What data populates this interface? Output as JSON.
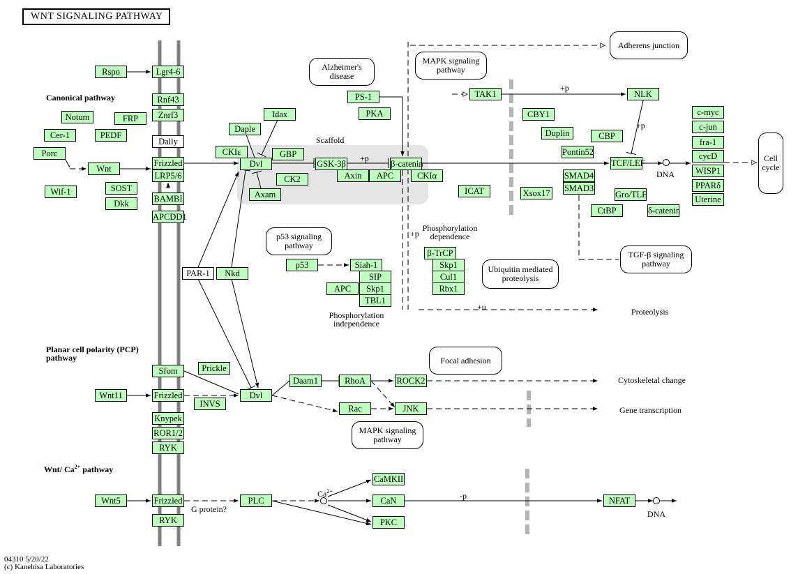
{
  "title": "WNT SIGNALING PATHWAY",
  "sections": {
    "canonical": "Canonical pathway",
    "pcp_line1": "Planar cell polarity (PCP)",
    "pcp_line2": "pathway",
    "ca_prefix": "Wnt/ Ca",
    "ca_sup": "2+",
    "ca_suffix": " pathway"
  },
  "footer": {
    "line1": "04310 5/20/22",
    "line2": "(c) Kanehisa Laboratories"
  },
  "colors": {
    "gene_fill": "#bfffbf",
    "scaffold_bg": "#e5e5e5",
    "membrane": "#808080",
    "nuclear_membrane": "#b3b3b3"
  },
  "nodes": [
    {
      "id": "rspo",
      "label": "Rspo"
    },
    {
      "id": "lgr46",
      "label": "Lgr4-6"
    },
    {
      "id": "rnf43",
      "label": "Rnf43"
    },
    {
      "id": "znrf3",
      "label": "Znrf3"
    },
    {
      "id": "notum",
      "label": "Notum"
    },
    {
      "id": "frp",
      "label": "FRP"
    },
    {
      "id": "cer1",
      "label": "Cer-1"
    },
    {
      "id": "pedf",
      "label": "PEDF"
    },
    {
      "id": "dally",
      "label": "Dally",
      "white": true
    },
    {
      "id": "porc",
      "label": "Porc"
    },
    {
      "id": "wnt",
      "label": "Wnt"
    },
    {
      "id": "frizzled1",
      "label": "Frizzled"
    },
    {
      "id": "lrp56",
      "label": "LRP5/6"
    },
    {
      "id": "wif1",
      "label": "Wif-1"
    },
    {
      "id": "sost",
      "label": "SOST"
    },
    {
      "id": "dkk",
      "label": "Dkk"
    },
    {
      "id": "bambi",
      "label": "BAMBI"
    },
    {
      "id": "apcdd1",
      "label": "APCDD1"
    },
    {
      "id": "daple",
      "label": "Daple"
    },
    {
      "id": "idax",
      "label": "Idax"
    },
    {
      "id": "ckie",
      "label": "CKIε"
    },
    {
      "id": "dvl1",
      "label": "Dvl"
    },
    {
      "id": "gbp",
      "label": "GBP"
    },
    {
      "id": "ck2",
      "label": "CK2"
    },
    {
      "id": "axam",
      "label": "Axam"
    },
    {
      "id": "gsk3b",
      "label": "GSK-3β"
    },
    {
      "id": "axin",
      "label": "Axin"
    },
    {
      "id": "apc1",
      "label": "APC"
    },
    {
      "id": "bcatenin",
      "label": "β-catenin"
    },
    {
      "id": "ckia",
      "label": "CKIα"
    },
    {
      "id": "ps1",
      "label": "PS-1"
    },
    {
      "id": "pka",
      "label": "PKA"
    },
    {
      "id": "tak1",
      "label": "TAK1"
    },
    {
      "id": "nlk",
      "label": "NLK"
    },
    {
      "id": "cby1",
      "label": "CBY1"
    },
    {
      "id": "duplin",
      "label": "Duplin"
    },
    {
      "id": "cbp",
      "label": "CBP"
    },
    {
      "id": "pontin52",
      "label": "Pontin52"
    },
    {
      "id": "icat",
      "label": "ICAT"
    },
    {
      "id": "xsox17",
      "label": "Xsox17"
    },
    {
      "id": "smad4",
      "label": "SMAD4"
    },
    {
      "id": "smad3",
      "label": "SMAD3"
    },
    {
      "id": "tcflef",
      "label": "TCF/LEF"
    },
    {
      "id": "grotle",
      "label": "Gro/TLE"
    },
    {
      "id": "ctbp",
      "label": "CtBP"
    },
    {
      "id": "dcatenin",
      "label": "δ-catenin"
    },
    {
      "id": "cmyc",
      "label": "c-myc"
    },
    {
      "id": "cjun",
      "label": "c-jun"
    },
    {
      "id": "fra1",
      "label": "fra-1"
    },
    {
      "id": "cycd",
      "label": "cycD"
    },
    {
      "id": "wisp1",
      "label": "WISP1"
    },
    {
      "id": "ppard",
      "label": "PPARδ"
    },
    {
      "id": "uterine",
      "label": "Uterine"
    },
    {
      "id": "p53",
      "label": "p53"
    },
    {
      "id": "siah1",
      "label": "Siah-1"
    },
    {
      "id": "sip",
      "label": "SIP"
    },
    {
      "id": "apc2",
      "label": "APC"
    },
    {
      "id": "skp1a",
      "label": "Skp1"
    },
    {
      "id": "tbl1",
      "label": "TBL1"
    },
    {
      "id": "btrcp",
      "label": "β-TrCP"
    },
    {
      "id": "skp1b",
      "label": "Skp1"
    },
    {
      "id": "cul1",
      "label": "Cul1"
    },
    {
      "id": "rbx1",
      "label": "Rbx1"
    },
    {
      "id": "par1",
      "label": "PAR-1",
      "white": true
    },
    {
      "id": "nkd",
      "label": "Nkd"
    },
    {
      "id": "sfom",
      "label": "Sfom"
    },
    {
      "id": "prickle",
      "label": "Prickle"
    },
    {
      "id": "wnt11",
      "label": "Wnt11"
    },
    {
      "id": "frizzled2",
      "label": "Frizzled"
    },
    {
      "id": "invs",
      "label": "INVS"
    },
    {
      "id": "dvl2",
      "label": "Dvl"
    },
    {
      "id": "knypek",
      "label": "Knypek"
    },
    {
      "id": "ror12",
      "label": "ROR1/2"
    },
    {
      "id": "ryk1",
      "label": "RYK"
    },
    {
      "id": "daam1",
      "label": "Daam1"
    },
    {
      "id": "rhoa",
      "label": "RhoA"
    },
    {
      "id": "rock2",
      "label": "ROCK2"
    },
    {
      "id": "rac",
      "label": "Rac"
    },
    {
      "id": "jnk",
      "label": "JNK"
    },
    {
      "id": "wnt5",
      "label": "Wnt5"
    },
    {
      "id": "frizzled3",
      "label": "Frizzled"
    },
    {
      "id": "ryk2",
      "label": "RYK"
    },
    {
      "id": "plc",
      "label": "PLC"
    },
    {
      "id": "camkii",
      "label": "CaMKII"
    },
    {
      "id": "can",
      "label": "CaN"
    },
    {
      "id": "pkc",
      "label": "PKC"
    },
    {
      "id": "nfat",
      "label": "NFAT"
    }
  ],
  "maps": [
    {
      "id": "alzheimers",
      "line1": "Alzheimer's",
      "line2": "disease"
    },
    {
      "id": "adherens",
      "line1": "Adherens junction",
      "line2": ""
    },
    {
      "id": "mapk1",
      "line1": "MAPK signaling",
      "line2": "pathway"
    },
    {
      "id": "cellcycle",
      "line1": "Cell",
      "line2": "cycle"
    },
    {
      "id": "p53path",
      "line1": "p53 signaling",
      "line2": "pathway"
    },
    {
      "id": "ubiquitin",
      "line1": "Ubiquitin mediated",
      "line2": "proteolysis"
    },
    {
      "id": "tgfb",
      "line1": "TGF-β signaling",
      "line2": "pathway"
    },
    {
      "id": "focal",
      "line1": "Focal adhesion",
      "line2": ""
    },
    {
      "id": "mapk2",
      "line1": "MAPK signaling",
      "line2": "pathway"
    }
  ],
  "labels": {
    "scaffold": "Scaffold",
    "plus_p_gsk": "+p",
    "plus_p_tak": "+p",
    "plus_p_nlk": "+p",
    "dna1": "DNA",
    "dna2": "DNA",
    "plus_p_phos": "+p",
    "phos_dep1": "Phosphorylation",
    "phos_dep2": "dependence",
    "phos_indep1": "Phosphorylation",
    "phos_indep2": "independence",
    "plus_u": "+u",
    "proteolysis": "Proteolysis",
    "cytoskeletal": "Cytoskeletal change",
    "gene_transcription": "Gene transcription",
    "g_protein": "G protein?",
    "ca": "Ca",
    "ca_sup": "2+",
    "minus_p": "-p"
  }
}
